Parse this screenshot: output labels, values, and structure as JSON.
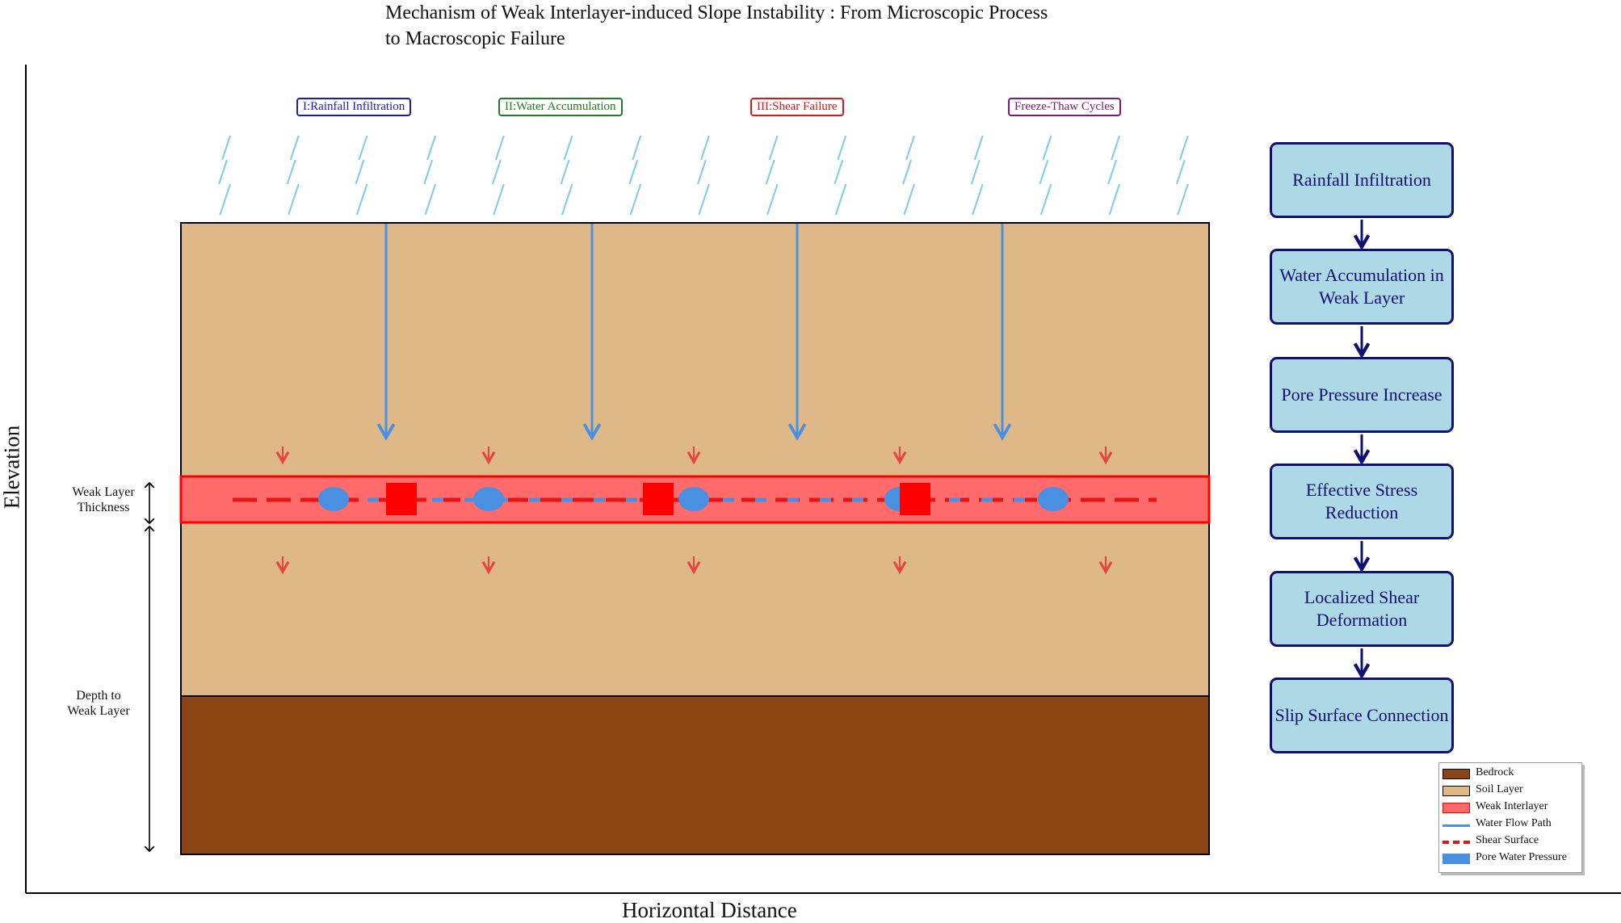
{
  "title": "Mechanism of Weak Interlayer-induced Slope Instability : From Microscopic Process\nto Macroscopic Failure",
  "axes": {
    "x_label": "Horizontal Distance",
    "y_label": "Elevation"
  },
  "stage_tags": [
    {
      "label": "I:Rainfall Infiltration",
      "color": "#1a1acd"
    },
    {
      "label": "II:Water Accumulation",
      "color": "#1f7d1f"
    },
    {
      "label": "III:Shear Failure",
      "color": "#e01515"
    },
    {
      "label": "Freeze-Thaw Cycles",
      "color": "#7d1a7d"
    }
  ],
  "dimensions": {
    "weak_layer_thickness": "Weak Layer\nThickness",
    "depth_to_weak_layer": "Depth to\nWeak Layer"
  },
  "flowchart": [
    "Rainfall Infiltration",
    "Water Accumulation in Weak Layer",
    "Pore Pressure Increase",
    "Effective Stress Reduction",
    "Localized Shear Deformation",
    "Slip Surface Connection"
  ],
  "legend": [
    {
      "label": "Bedrock",
      "kind": "patch",
      "color": "#8b4513"
    },
    {
      "label": "Soil Layer",
      "kind": "patch",
      "color": "#deb887"
    },
    {
      "label": "Weak Interlayer",
      "kind": "patch",
      "color": "#ff6b6b"
    },
    {
      "label": "Water Flow Path",
      "kind": "line",
      "color": "#4a90e2"
    },
    {
      "label": "Shear Surface",
      "kind": "dash",
      "color": "#e51515"
    },
    {
      "label": "Pore Water Pressure",
      "kind": "patch",
      "color": "#4a90e2"
    }
  ],
  "colors": {
    "bedrock": "#8b4513",
    "soil": "#deb887",
    "weak_layer": "#ff6b6b",
    "weak_layer_edge": "#ff0000",
    "water": "#4a90e2",
    "rain": "#87ceeb",
    "shear": "#e51515",
    "stress_arrow": "#e5473c",
    "flow_text": "#10106e",
    "flow_fill": "#add8e6"
  }
}
